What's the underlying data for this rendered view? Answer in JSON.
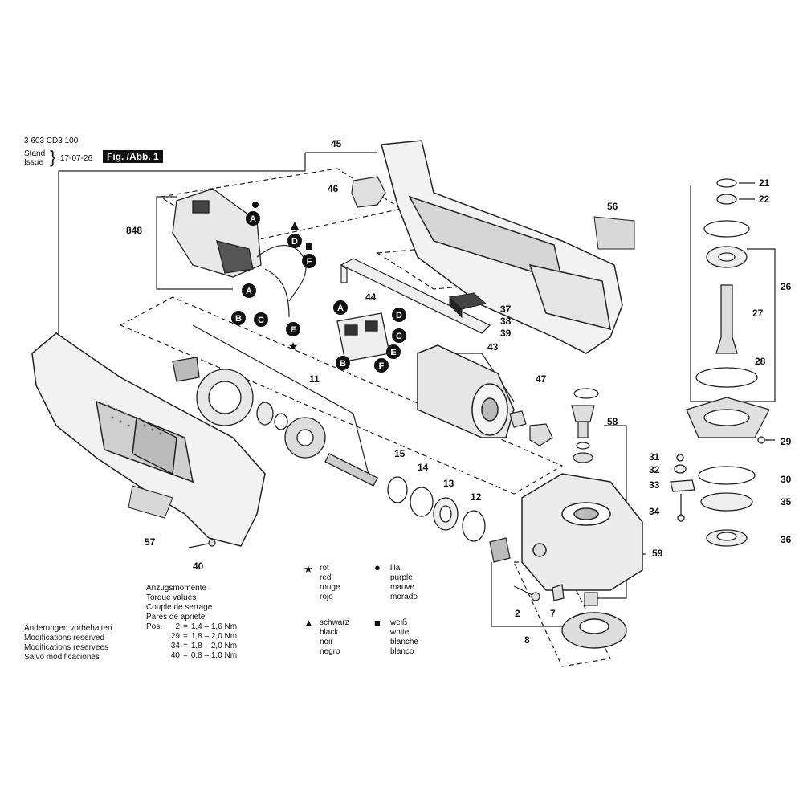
{
  "header": {
    "doc_number": "3 603 CD3 100",
    "stand_issue_label": [
      "Stand",
      "Issue"
    ],
    "date": "17-07-26",
    "figure_badge": "Fig. /Abb. 1"
  },
  "callouts": [
    "45",
    "46",
    "56",
    "848",
    "44",
    "37",
    "38",
    "39",
    "43",
    "47",
    "11",
    "15",
    "14",
    "13",
    "12",
    "58",
    "59",
    "57",
    "40",
    "2",
    "7",
    "8",
    "21",
    "22",
    "26",
    "27",
    "28",
    "29",
    "30",
    "31",
    "32",
    "33",
    "34",
    "35",
    "36"
  ],
  "connectors": [
    "A",
    "D",
    "F",
    "A",
    "B",
    "C",
    "E",
    "A",
    "D",
    "C",
    "E",
    "B",
    "F"
  ],
  "torque": {
    "heading": [
      "Anzugsmomente",
      "Torque values",
      "Couple de serrage",
      "Pares de apriete"
    ],
    "pos_label": "Pos.",
    "rows": [
      {
        "pos": "2",
        "value": "1,4 – 1,6 Nm"
      },
      {
        "pos": "29",
        "value": "1,8 – 2,0 Nm"
      },
      {
        "pos": "34",
        "value": "1,8 – 2,0 Nm"
      },
      {
        "pos": "40",
        "value": "0,8 – 1,0 Nm"
      }
    ]
  },
  "changes_reserved": [
    "Änderungen vorbehalten",
    "Modifications reserved",
    "Modifications reservees",
    "Salvo modificaciones"
  ],
  "color_legend": [
    {
      "symbol": "star-icon",
      "names": [
        "rot",
        "red",
        "rouge",
        "rojo"
      ]
    },
    {
      "symbol": "dot-icon",
      "names": [
        "lila",
        "purple",
        "mauve",
        "morado"
      ]
    },
    {
      "symbol": "triangle-icon",
      "names": [
        "schwarz",
        "black",
        "noir",
        "negro"
      ]
    },
    {
      "symbol": "square-icon",
      "names": [
        "weiß",
        "white",
        "blanche",
        "blanco"
      ]
    }
  ]
}
